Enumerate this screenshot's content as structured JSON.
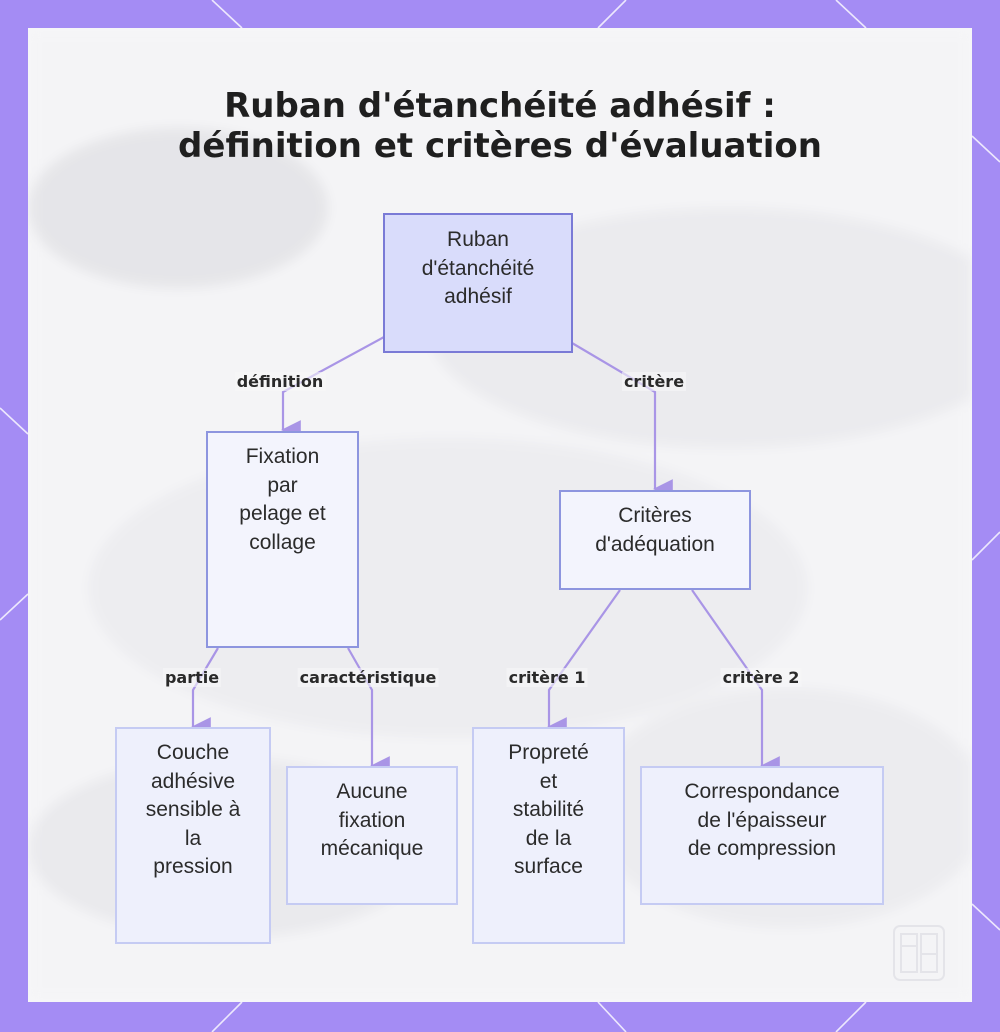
{
  "title": {
    "line1": "Ruban d'étanchéité adhésif :",
    "line2": "définition et critères d'évaluation"
  },
  "nodes": {
    "root": "Ruban\nd'étanchéité\nadhésif",
    "fixation": "Fixation\npar\npelage et\ncollage",
    "criteres": "Critères\nd'adéquation",
    "couche": "Couche\nadhésive\nsensible à\nla\npression",
    "aucune": "Aucune\nfixation\nmécanique",
    "proprete": "Propreté\net\nstabilité\nde la\nsurface",
    "correspondance": "Correspondance\nde l'épaisseur\nde compression"
  },
  "edges": {
    "definition": "définition",
    "critere": "critère",
    "partie": "partie",
    "caracteristique": "caractéristique",
    "critere1": "critère 1",
    "critere2": "critère 2"
  },
  "colors": {
    "frame": "#a48cf4",
    "root_fill": "#d9dcfb",
    "connector": "#a995e6"
  },
  "icons": {
    "corner": "document-logo-icon"
  }
}
